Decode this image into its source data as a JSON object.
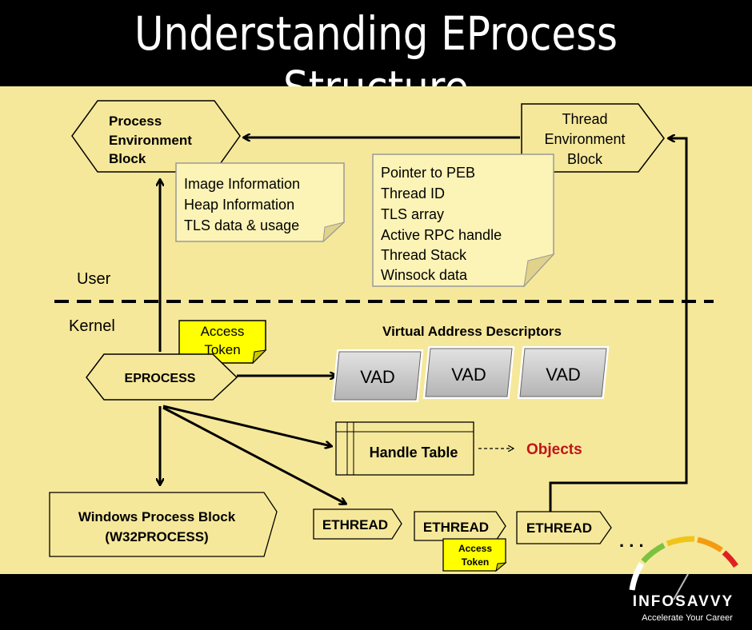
{
  "title": "Understanding EProcess Structure",
  "regions": {
    "user": "User",
    "kernel": "Kernel"
  },
  "peb": {
    "line1": "Process",
    "line2": "Environment",
    "line3": "Block"
  },
  "teb": {
    "line1": "Thread",
    "line2": "Environment",
    "line3": "Block"
  },
  "peb_note": [
    "Image Information",
    "Heap Information",
    "TLS data & usage"
  ],
  "teb_note": [
    "Pointer to PEB",
    "Thread ID",
    "TLS array",
    "Active RPC handle",
    "Thread Stack",
    "Winsock data"
  ],
  "access_token": {
    "line1": "Access",
    "line2": "Token"
  },
  "eprocess": "EPROCESS",
  "vad_header": "Virtual Address Descriptors",
  "vads": [
    "VAD",
    "VAD",
    "VAD"
  ],
  "handle_table": "Handle Table",
  "objects": "Objects",
  "w32": {
    "line1": "Windows Process Block",
    "line2": "(W32PROCESS)"
  },
  "ethreads": [
    "ETHREAD",
    "ETHREAD",
    "ETHREAD"
  ],
  "small_token": {
    "line1": "Access",
    "line2": "Token"
  },
  "ellipsis": ". . .",
  "brand": {
    "name": "INFOSAVVY",
    "tagline": "Accelerate Your Career"
  },
  "colors": {
    "panel": "#f6e89a",
    "token": "#ffff00",
    "vad": "#c8c8c8",
    "objects": "#c0141c"
  }
}
